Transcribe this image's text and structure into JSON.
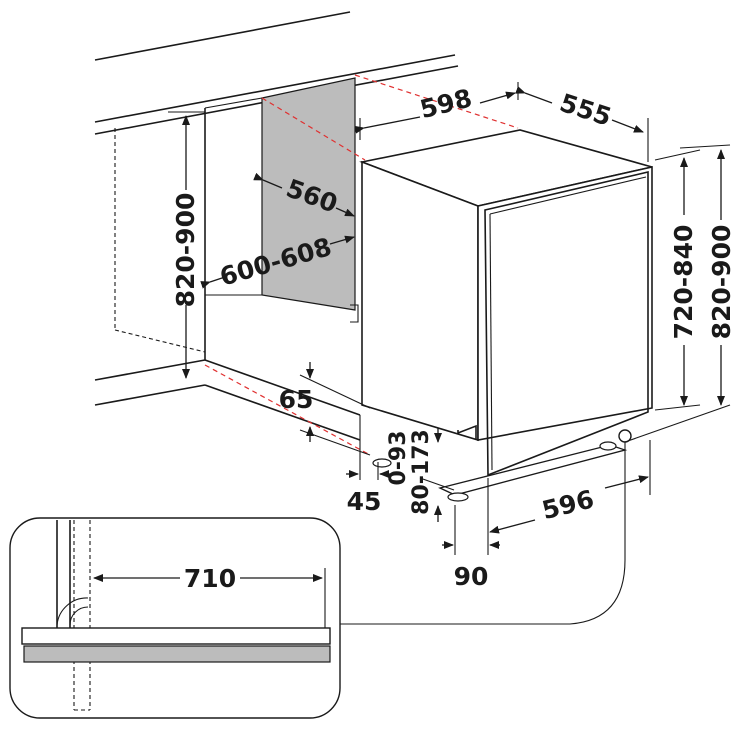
{
  "dimensions": {
    "cabinet_depth": "560",
    "cabinet_width": "600-608",
    "cabinet_height": "820-900",
    "appliance_width": "598",
    "appliance_depth": "555",
    "appliance_height_min": "720-840",
    "appliance_height_total": "820-900",
    "plinth_height": "65",
    "foot_offset": "45",
    "foot_adjust": "0-93",
    "door_clearance": "80-173",
    "door_width": "596",
    "door_offset": "90",
    "inset_door_travel": "710"
  },
  "colors": {
    "line": "#1a1a1a",
    "hidden_edge": "#e03030",
    "niche_fill": "#bcbcbc"
  }
}
